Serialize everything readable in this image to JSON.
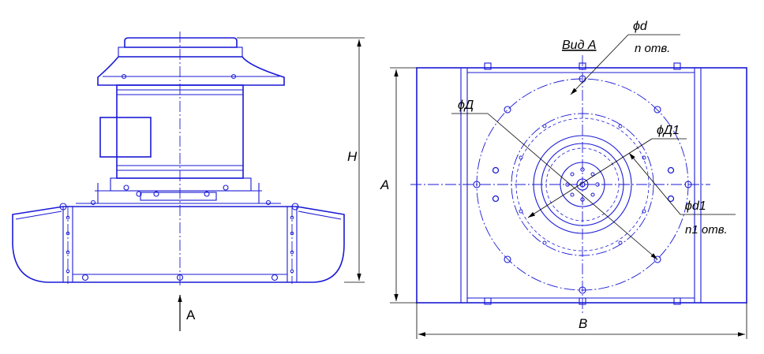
{
  "colors": {
    "outline": "#1a1ad6",
    "dimension": "#000000",
    "background": "#ffffff"
  },
  "labels": {
    "view_a": "Вид А",
    "phi_d": "ϕd",
    "n_holes": "n отв.",
    "phi_D": "ϕД",
    "phi_D1": "ϕД1",
    "phi_d1": "ϕd1",
    "n1_holes": "n1 отв.",
    "dim_H": "H",
    "dim_A": "A",
    "dim_B": "B",
    "arrow_A": "A"
  }
}
